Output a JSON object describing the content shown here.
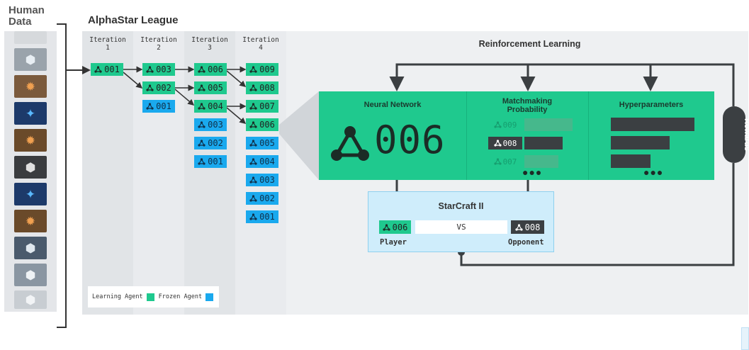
{
  "human": {
    "title_line1": "Human",
    "title_line2": "Data"
  },
  "league": {
    "title": "AlphaStar League"
  },
  "iterations": [
    {
      "label": "Iteration",
      "num": "1"
    },
    {
      "label": "Iteration",
      "num": "2"
    },
    {
      "label": "Iteration",
      "num": "3"
    },
    {
      "label": "Iteration",
      "num": "4"
    }
  ],
  "agents": {
    "c1": [
      {
        "id": "001",
        "kind": "learning"
      }
    ],
    "c2": [
      {
        "id": "003",
        "kind": "learning"
      },
      {
        "id": "002",
        "kind": "learning"
      },
      {
        "id": "001",
        "kind": "frozen"
      }
    ],
    "c3": [
      {
        "id": "006",
        "kind": "learning"
      },
      {
        "id": "005",
        "kind": "learning"
      },
      {
        "id": "004",
        "kind": "learning"
      },
      {
        "id": "003",
        "kind": "frozen"
      },
      {
        "id": "002",
        "kind": "frozen"
      },
      {
        "id": "001",
        "kind": "frozen"
      }
    ],
    "c4": [
      {
        "id": "009",
        "kind": "learning"
      },
      {
        "id": "008",
        "kind": "learning"
      },
      {
        "id": "007",
        "kind": "learning"
      },
      {
        "id": "006",
        "kind": "learning"
      },
      {
        "id": "005",
        "kind": "frozen"
      },
      {
        "id": "004",
        "kind": "frozen"
      },
      {
        "id": "003",
        "kind": "frozen"
      },
      {
        "id": "002",
        "kind": "frozen"
      },
      {
        "id": "001",
        "kind": "frozen"
      }
    ]
  },
  "legend": {
    "learning": "Learning Agent",
    "frozen": "Frozen Agent"
  },
  "rl": {
    "title": "Reinforcement Learning",
    "neural_network": "Neural Network",
    "matchmaking_line1": "Matchmaking",
    "matchmaking_line2": "Probability",
    "hyperparameters": "Hyperparameters",
    "selected_agent": "006",
    "matchmaking_agents": [
      "009",
      "008",
      "007"
    ],
    "rewards": "Rewards"
  },
  "starcraft": {
    "title": "StarCraft II",
    "player_agent": "006",
    "opponent_agent": "008",
    "vs": "VS",
    "player_label": "Player",
    "opponent_label": "Opponent"
  },
  "colors": {
    "learning": "#1fc98e",
    "frozen": "#1aa9ee",
    "dark": "#3b3f42",
    "rl_panel": "#1fc98e",
    "starcraft_panel": "#cfedfb"
  },
  "icons": [
    "agent-network-icon",
    "rank-badge-icon"
  ]
}
